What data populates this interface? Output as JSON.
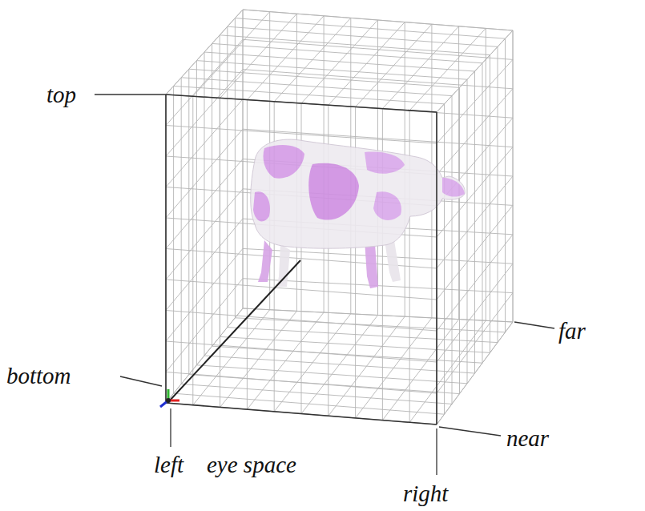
{
  "diagram": {
    "labels": [
      "top",
      "bottom",
      "far",
      "left",
      "eye space",
      "near",
      "right"
    ]
  }
}
